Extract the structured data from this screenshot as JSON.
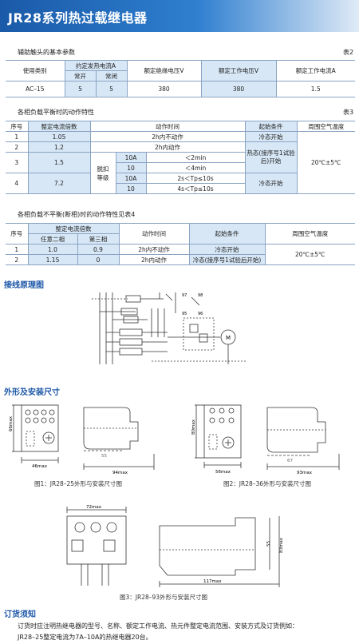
{
  "title": "JR28系列热过载继电器",
  "t2": {
    "caption": "辅助触头的基本参数",
    "no": "表2",
    "h_cat": "使用类别",
    "h_heat": "约定发热电流A",
    "h_no": "常开",
    "h_nc": "常闭",
    "h_ins": "额定绝缘电压V",
    "h_wv": "额定工作电压V",
    "h_wa": "额定工作电流A",
    "r_cat": "AC–15",
    "r_no": "5",
    "r_nc": "5",
    "r_ins": "380",
    "r_wv": "380",
    "r_wa": "1.5"
  },
  "t3": {
    "caption": "各相负载平衡时的动作特性",
    "no": "表3",
    "h_seq": "序号",
    "h_mult": "整定电流倍数",
    "h_time": "动作时间",
    "h_start": "起始条件",
    "h_amb": "周围空气温度",
    "rows": [
      {
        "seq": "1",
        "mult": "1.05",
        "time": "2h内不动作",
        "start": "冷态开始"
      },
      {
        "seq": "2",
        "mult": "1.2",
        "time": "2h内动作"
      },
      {
        "seq": "3",
        "mult": "1.5",
        "start": "热态(接序号1试验后)开始"
      },
      {
        "seq": "4",
        "mult": "7.2",
        "start": "冷态开始"
      }
    ],
    "trip": "脱扣等级",
    "sub": [
      {
        "a": "10A",
        "t": "＜2min"
      },
      {
        "a": "10",
        "t": "＜4min"
      },
      {
        "a": "10A",
        "t": "2s＜Tp≤10s"
      },
      {
        "a": "10",
        "t": "4s＜Tp≤10s"
      }
    ],
    "amb": "20℃±5℃"
  },
  "t4": {
    "caption": "各相负载不平衡(断相)时的动作特性见表4",
    "h_seq": "序号",
    "h_mult": "整定电流倍数",
    "h_any": "任意二相",
    "h_third": "第三相",
    "h_time": "动作时间",
    "h_start": "起始条件",
    "h_amb": "周围空气温度",
    "rows": [
      {
        "seq": "1",
        "any": "1.0",
        "third": "0.9",
        "time": "2h内不动作",
        "start": "冷态开始"
      },
      {
        "seq": "2",
        "any": "1.15",
        "third": "0",
        "time": "2h内动作",
        "start": "冷态(接序号1试验后开始)"
      }
    ],
    "amb": "20℃±5℃"
  },
  "wiring": {
    "heading": "接线原理图",
    "m": "M",
    "labels": [
      "97",
      "98",
      "95",
      "96"
    ]
  },
  "dims": {
    "heading": "外形及安装尺寸",
    "f1": {
      "h": "66max",
      "w": "46max",
      "mid": "55",
      "len": "94max",
      "cap": "图1：JR28–25外形与安装尺寸图"
    },
    "f2": {
      "h": "80max",
      "w": "56max",
      "mid": "67",
      "len": "93max",
      "cap": "图2：JR28–36外形与安装尺寸图"
    },
    "f3": {
      "w": "72max",
      "h1": "55",
      "h2": "83max",
      "len": "117max",
      "cap": "图3：JR28–93外形与安装尺寸图"
    }
  },
  "order": {
    "heading": "订货须知",
    "line1": "订货时应注明热继电器的型号、名称、额定工作电流、热元件整定电流范围、安装方式及订货例如：",
    "line2": "JR28–25整定电流为7A–10A的热继电器20台。"
  }
}
